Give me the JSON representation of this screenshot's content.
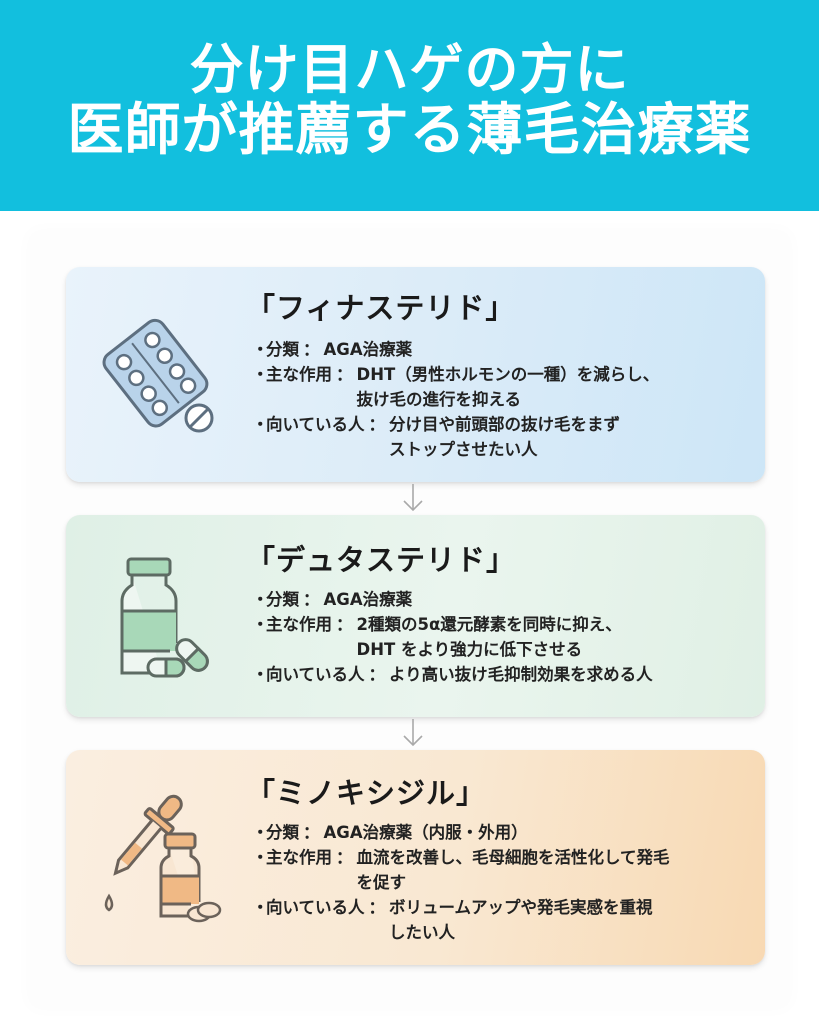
{
  "header": {
    "title_line1": "分け目ハゲの方に",
    "title_line2": "医師が推薦する薄毛治療薬",
    "background_color": "#12BFDE"
  },
  "cards": [
    {
      "title": "「フィナステリド」",
      "icon": "pill-blister-pack-icon",
      "theme_color": "#CDE6F7",
      "items": [
        {
          "label": "分類",
          "value": "AGA治療薬"
        },
        {
          "label": "主な作用",
          "value": "DHT（男性ホルモンの一種）を減らし、\n抜け毛の進行を抑える"
        },
        {
          "label": "向いている人",
          "value": "分け目や前頭部の抜け毛をまず\nストップさせたい人"
        }
      ]
    },
    {
      "title": "「デュタステリド」",
      "icon": "medicine-bottle-capsule-icon",
      "theme_color": "#DFF0E6",
      "items": [
        {
          "label": "分類",
          "value": "AGA治療薬"
        },
        {
          "label": "主な作用",
          "value": "2種類の5α還元酵素を同時に抑え、\nDHT をより強力に低下させる"
        },
        {
          "label": "向いている人",
          "value": "より高い抜け毛抑制効果を求める人"
        }
      ]
    },
    {
      "title": "「ミノキシジル」",
      "icon": "dropper-bottle-tablet-icon",
      "theme_color": "#F8D9B3",
      "items": [
        {
          "label": "分類",
          "value": "AGA治療薬（内服・外用）"
        },
        {
          "label": "主な作用",
          "value": "血流を改善し、毛母細胞を活性化して発毛\nを促す"
        },
        {
          "label": "向いている人",
          "value": "ボリュームアップや発毛実感を重視\nしたい人"
        }
      ]
    }
  ],
  "bullet": "・",
  "separator": "：",
  "connector": "down-arrow-icon"
}
